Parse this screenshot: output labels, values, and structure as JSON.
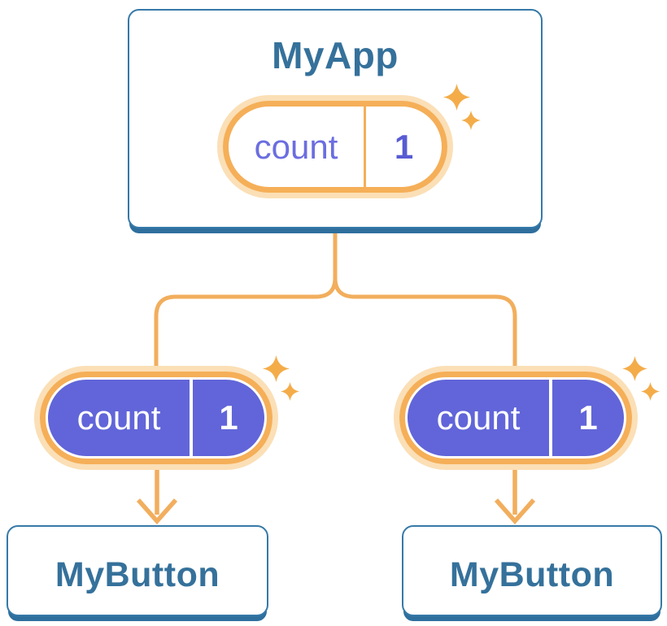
{
  "colors": {
    "page_bg": "#FFFFFF",
    "card_border": "#3679A8",
    "card_shadow": "#2E6F9E",
    "heading_text": "#35719B",
    "pill_stroke": "#F5AF58",
    "pill_glow": "#FBDFB6",
    "connector": "#F2AE5D",
    "sparkle": "#F4AC49",
    "state_fill": "#6165D9",
    "state_name_text": "#6B6EE0",
    "state_value_text": "#585BD3",
    "state_text_on_fill": "#FFFFFF"
  },
  "tree": {
    "root": {
      "title": "MyApp",
      "state": {
        "name": "count",
        "value": "1"
      }
    },
    "children": [
      {
        "state": {
          "name": "count",
          "value": "1"
        },
        "title": "MyButton"
      },
      {
        "state": {
          "name": "count",
          "value": "1"
        },
        "title": "MyButton"
      }
    ]
  }
}
